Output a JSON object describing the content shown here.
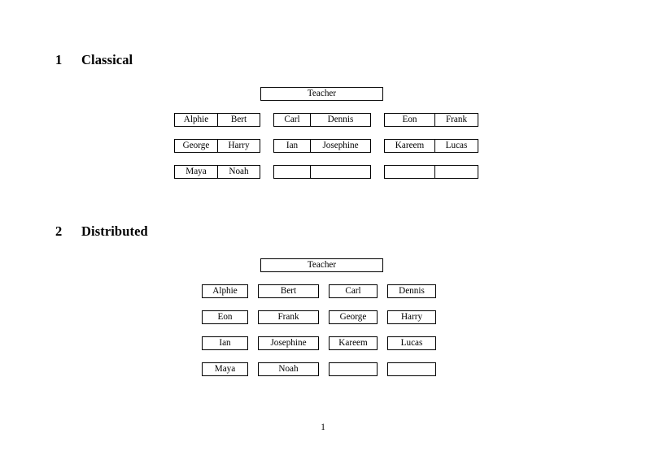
{
  "document": {
    "page_number": "1",
    "sections": [
      {
        "number": "1",
        "title": "Classical",
        "teacher_label": "Teacher",
        "layout": "three-groups-of-paired-columns",
        "groups": [
          {
            "rows": [
              {
                "left": "Alphie",
                "right": "Bert"
              },
              {
                "left": "George",
                "right": "Harry"
              },
              {
                "left": "Maya",
                "right": "Noah"
              }
            ]
          },
          {
            "rows": [
              {
                "left": "Carl",
                "right": "Dennis"
              },
              {
                "left": "Ian",
                "right": "Josephine"
              },
              {
                "left": "",
                "right": ""
              }
            ]
          },
          {
            "rows": [
              {
                "left": "Eon",
                "right": "Frank"
              },
              {
                "left": "Kareem",
                "right": "Lucas"
              },
              {
                "left": "",
                "right": ""
              }
            ]
          }
        ]
      },
      {
        "number": "2",
        "title": "Distributed",
        "teacher_label": "Teacher",
        "layout": "four-independent-columns",
        "columns": [
          {
            "cells": [
              "Alphie",
              "Eon",
              "Ian",
              "Maya"
            ]
          },
          {
            "cells": [
              "Bert",
              "Frank",
              "Josephine",
              "Noah"
            ]
          },
          {
            "cells": [
              "Carl",
              "George",
              "Kareem",
              ""
            ]
          },
          {
            "cells": [
              "Dennis",
              "Harry",
              "Lucas",
              ""
            ]
          }
        ]
      }
    ]
  },
  "colors": {
    "page_background": "#ffffff",
    "text": "#000000",
    "box_border": "#000000"
  }
}
